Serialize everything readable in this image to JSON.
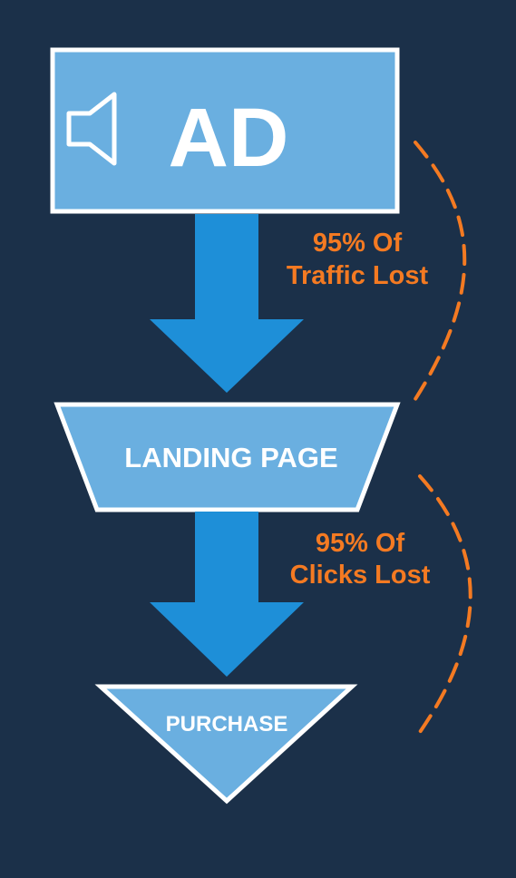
{
  "colors": {
    "background": "#1b3049",
    "box_fill": "#6aafe0",
    "box_stroke": "#ffffff",
    "arrow_fill": "#1e8fd8",
    "loss_text": "#f47a22",
    "loss_dash": "#f47a22",
    "label_text": "#ffffff"
  },
  "stages": {
    "ad": {
      "label": "AD",
      "icon": "speaker-icon"
    },
    "landing": {
      "label": "LANDING PAGE"
    },
    "purchase": {
      "label": "PURCHASE"
    }
  },
  "losses": {
    "first": {
      "line1": "95% Of",
      "line2": "Traffic Lost"
    },
    "second": {
      "line1": "95% Of",
      "line2": "Clicks Lost"
    }
  }
}
